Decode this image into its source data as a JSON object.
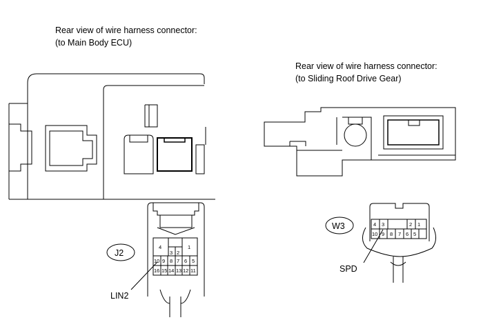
{
  "captions": {
    "left": {
      "line1": "Rear view of wire harness connector:",
      "line2": "(to Main Body ECU)"
    },
    "right": {
      "line1": "Rear view of wire harness connector:",
      "line2": "(to Sliding Roof Drive Gear)"
    }
  },
  "connectors": {
    "j2": {
      "code": "J2",
      "pins_top": [
        "4",
        "1"
      ],
      "pins_mid": [
        "3",
        "2"
      ],
      "pins_row2": [
        "10",
        "9",
        "8",
        "7",
        "6",
        "5"
      ],
      "pins_row3": [
        "16",
        "15",
        "14",
        "13",
        "12",
        "11"
      ],
      "callout": "LIN2"
    },
    "w3": {
      "code": "W3",
      "pins_row1": [
        "4",
        "3",
        "2",
        "1"
      ],
      "pins_row2": [
        "10",
        "9",
        "8",
        "7",
        "6",
        "5"
      ],
      "callout": "SPD"
    }
  }
}
